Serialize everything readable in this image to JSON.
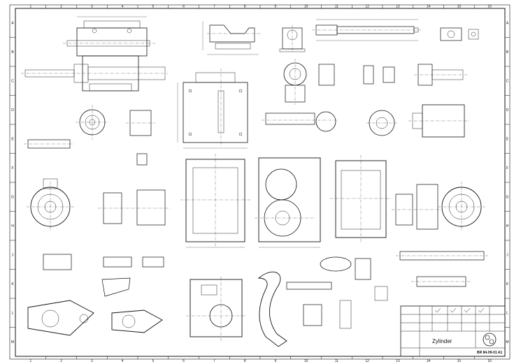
{
  "sheet": {
    "zone_columns": [
      "1",
      "2",
      "3",
      "4",
      "5",
      "6",
      "7",
      "8",
      "9",
      "10",
      "11",
      "12",
      "13",
      "14",
      "15",
      "16"
    ],
    "zone_rows": [
      "A",
      "B",
      "C",
      "D",
      "E",
      "F",
      "G",
      "H",
      "J",
      "K",
      "L",
      "M"
    ]
  },
  "title_block": {
    "title": "Zylinder",
    "drawing_number": "BR 84-09-01 A1"
  }
}
